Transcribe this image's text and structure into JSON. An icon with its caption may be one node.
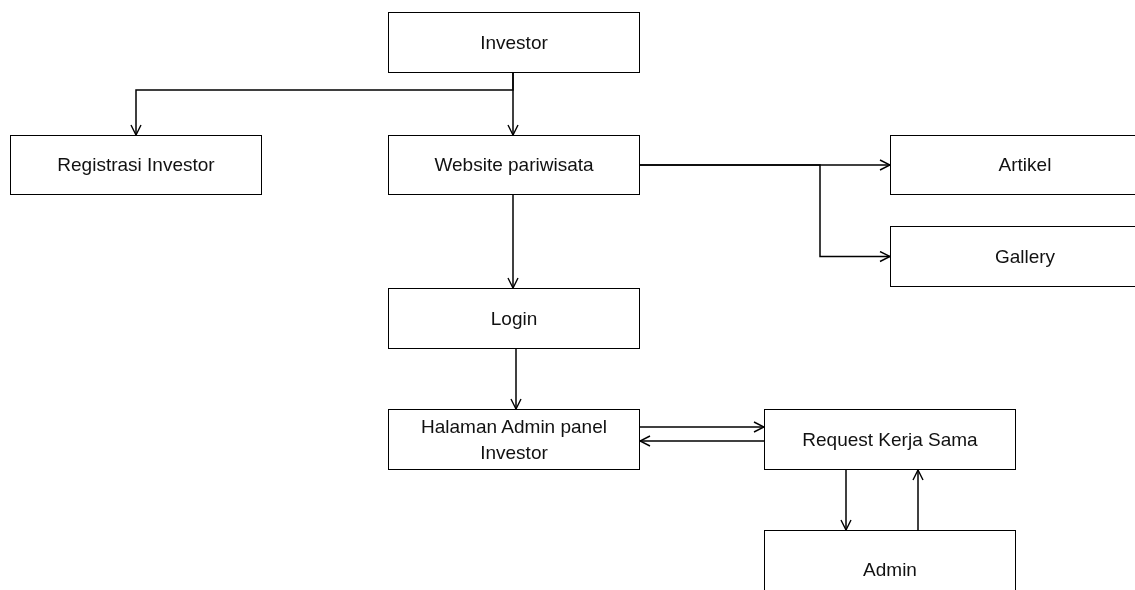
{
  "diagram": {
    "nodes": [
      {
        "text": [
          "Investor"
        ]
      },
      {
        "text": [
          "Registrasi Investor"
        ]
      },
      {
        "text": [
          "Website pariwisata"
        ]
      },
      {
        "text": [
          "Artikel"
        ]
      },
      {
        "text": [
          "Gallery"
        ]
      },
      {
        "text": [
          "Login"
        ]
      },
      {
        "text": [
          "Halaman Admin panel Investor"
        ]
      },
      {
        "text": [
          "Request Kerja Sama"
        ]
      },
      {
        "text": [
          "Admin"
        ]
      }
    ],
    "edges": [
      {
        "from": 0,
        "to": 1,
        "arrow": "to"
      },
      {
        "from": 0,
        "to": 2,
        "arrow": "to"
      },
      {
        "from": 2,
        "to": 3,
        "arrow": "to"
      },
      {
        "from": 2,
        "to": 4,
        "arrow": "to"
      },
      {
        "from": 2,
        "to": 5,
        "arrow": "to"
      },
      {
        "from": 5,
        "to": 6,
        "arrow": "to"
      },
      {
        "from": 6,
        "to": 7,
        "arrow": "to"
      },
      {
        "from": 7,
        "to": 6,
        "arrow": "to"
      },
      {
        "from": 7,
        "to": 8,
        "arrow": "to"
      },
      {
        "from": 8,
        "to": 7,
        "arrow": "to"
      }
    ]
  }
}
